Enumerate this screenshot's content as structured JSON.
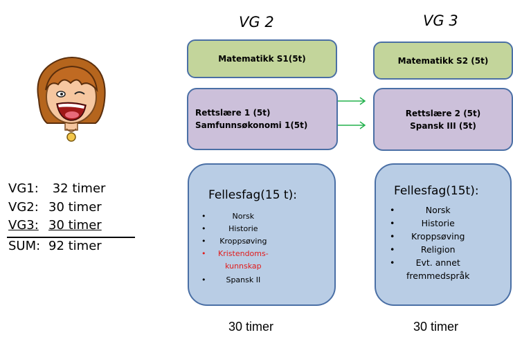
{
  "columns": [
    {
      "heading": "VG 2",
      "math": "Matematikk S1(5t)",
      "programme": [
        "Rettslære 1 (5t)",
        "Samfunnsøkonomi 1(5t)"
      ],
      "fellesfag_title": "Fellesfag(15 t):",
      "fellesfag_items": [
        {
          "text": "Norsk",
          "color": "#000000"
        },
        {
          "text": "Historie",
          "color": "#000000"
        },
        {
          "text": "Kroppsøving",
          "color": "#000000"
        },
        {
          "text": "Kristendoms-\nkunnskap",
          "color": "#e11a1a"
        },
        {
          "text": "Spansk II",
          "color": "#000000"
        }
      ],
      "hours": "30 timer"
    },
    {
      "heading": "VG 3",
      "math": "Matematikk S2 (5t)",
      "programme": [
        "Rettslære 2 (5t)",
        "Spansk III (5t)"
      ],
      "fellesfag_title": "Fellesfag(15t):",
      "fellesfag_items": [
        {
          "text": "Norsk",
          "color": "#000000"
        },
        {
          "text": "Historie",
          "color": "#000000"
        },
        {
          "text": "Kroppsøving",
          "color": "#000000"
        },
        {
          "text": "Religion",
          "color": "#000000"
        },
        {
          "text": "Evt. annet\nfremmedspråk",
          "color": "#000000"
        }
      ],
      "hours": "30 timer"
    }
  ],
  "summary": [
    {
      "label": "VG1:",
      "value": "32 timer"
    },
    {
      "label": "VG2:",
      "value": "30 timer"
    },
    {
      "label": "VG3:",
      "value": "30 timer"
    },
    {
      "label": "SUM:",
      "value": "92 timer"
    }
  ],
  "colors": {
    "green_box": "#c3d59b",
    "purple_box": "#ccc0da",
    "blue_box": "#b9cde5",
    "border": "#4a6fa5",
    "arrow": "#22b14c",
    "highlight_red": "#e11a1a"
  },
  "icons": {
    "character": "girl-cartoon-icon",
    "arrow": "right-arrow-icon"
  }
}
